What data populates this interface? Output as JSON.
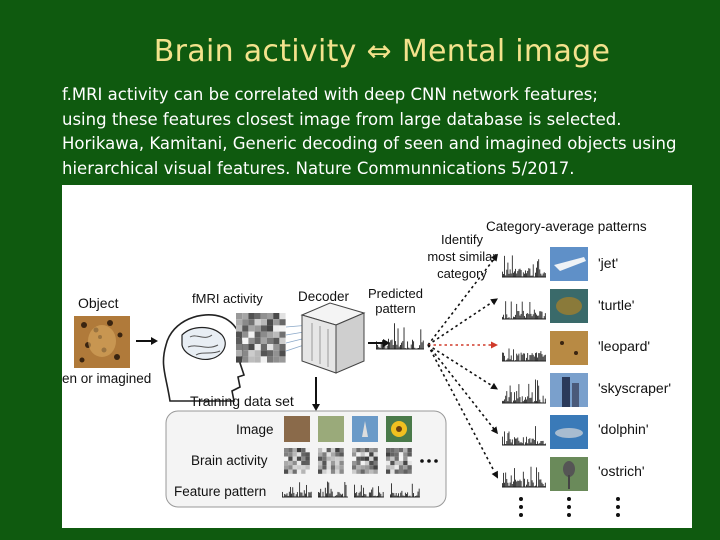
{
  "slide": {
    "title": "Brain activity ⇔ Mental image",
    "body_lines": [
      "f.MRI activity can be correlated with deep CNN network features;",
      "using these features closest image from large database is selected.",
      "Horikawa, Kamitani, Generic decoding of seen and imagined objects using",
      "hierarchical visual features. Nature Communnications 5/2017."
    ]
  },
  "figure": {
    "object_label": "Object",
    "object_caption": "en or imagined",
    "fmri_label": "fMRI activity",
    "decoder_label": "Decoder",
    "predicted_label_1": "Predicted",
    "predicted_label_2": "pattern",
    "identify_1": "Identify",
    "identify_2": "most similar",
    "identify_3": "category",
    "category_avg_label": "Category-average patterns",
    "categories": [
      "'jet'",
      "'turtle'",
      "'leopard'",
      "'skyscraper'",
      "'dolphin'",
      "'ostrich'"
    ],
    "training_title": "Training data set",
    "row_image": "Image",
    "row_brain": "Brain activity",
    "row_feature": "Feature pattern",
    "colors": {
      "background": "#0f5a0f",
      "title": "#f3e28c",
      "selected_arrow": "#d03a2a"
    }
  }
}
